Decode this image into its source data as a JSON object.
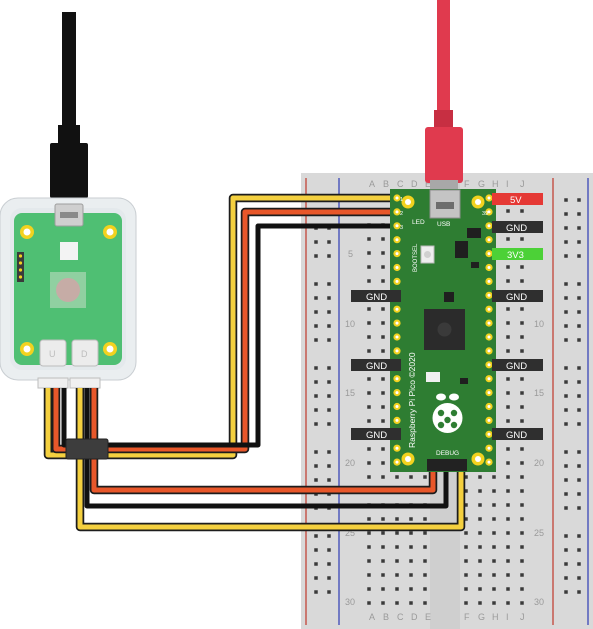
{
  "breadboard": {
    "column_letters_left": [
      "A",
      "B",
      "C",
      "D",
      "E"
    ],
    "column_letters_right": [
      "F",
      "G",
      "H",
      "I",
      "J"
    ],
    "row_numbers": [
      "5",
      "10",
      "15",
      "20",
      "25",
      "30"
    ]
  },
  "pico": {
    "silkscreen": "Raspberry Pi Pico ©2020",
    "usb_label": "USB",
    "led_label": "LED",
    "bootsel_label": "BOOTSEL",
    "debug_label": "DEBUG",
    "pin_num_1": "1",
    "pin_num_2": "2",
    "pin_num_3": "3",
    "pin_num_39": "39"
  },
  "pin_tags": {
    "five_v": "5V",
    "gnd": "GND",
    "three_v3": "3V3"
  },
  "debug_probe": {
    "port_u": "U",
    "port_d": "D"
  },
  "colors": {
    "wire_yellow": "#f4d03f",
    "wire_orange": "#e8572a",
    "wire_black": "#111111",
    "cable_red": "#e03a4e",
    "pico_green": "#2e7d32",
    "tag_5v": "#e53935",
    "tag_3v3": "#4cd137",
    "tag_gnd": "#2f2f2f"
  }
}
